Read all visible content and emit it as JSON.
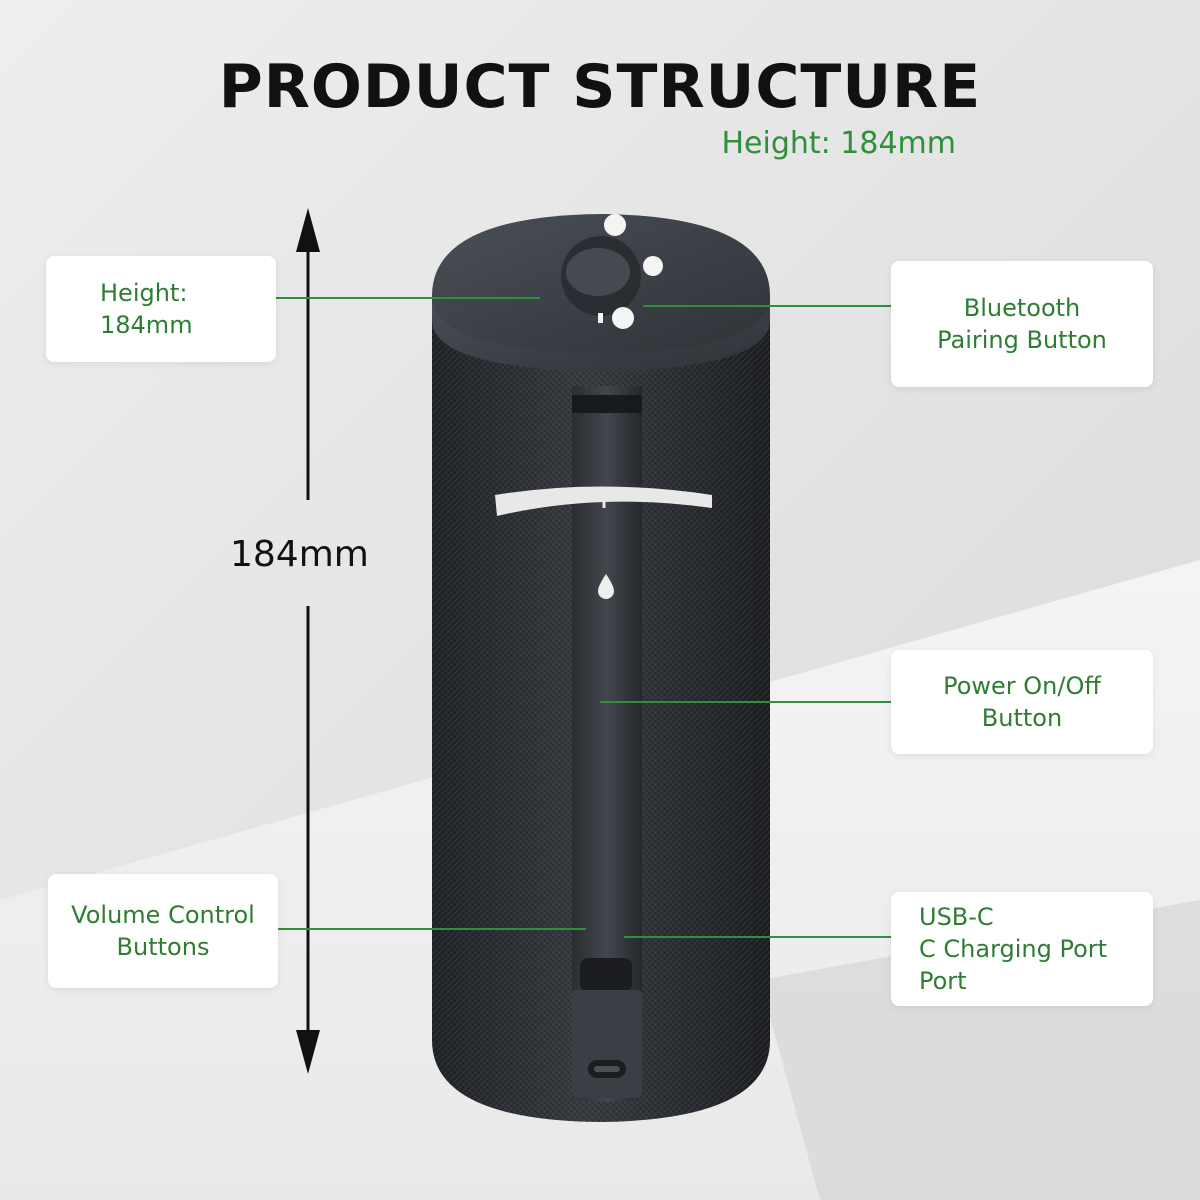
{
  "title": "PRODUCT STRUCTURE",
  "subtitle": "Height: 184mm",
  "dimension": {
    "label": "184mm"
  },
  "callouts": {
    "height": {
      "line1": "Height:",
      "line2": "184mm"
    },
    "bluetooth": {
      "line1": "Bluetooth",
      "line2": "Pairing Button"
    },
    "power": {
      "line1": "Power On/Off",
      "line2": "Button"
    },
    "volume": {
      "line1": "Volume Control",
      "line2": "Buttons"
    },
    "usb": {
      "line1": "USB-C",
      "line2": "C Charging Port",
      "line3": "Port"
    }
  },
  "colors": {
    "accent_green": "#2f7d33",
    "title": "#111111",
    "speaker_body": "#2b2e33",
    "speaker_cap": "#3a3e44"
  },
  "icons": [
    "power-icon",
    "bluetooth-icon",
    "plus-icon",
    "drop-icon",
    "usb-c-port-icon",
    "double-arrow-icon"
  ]
}
